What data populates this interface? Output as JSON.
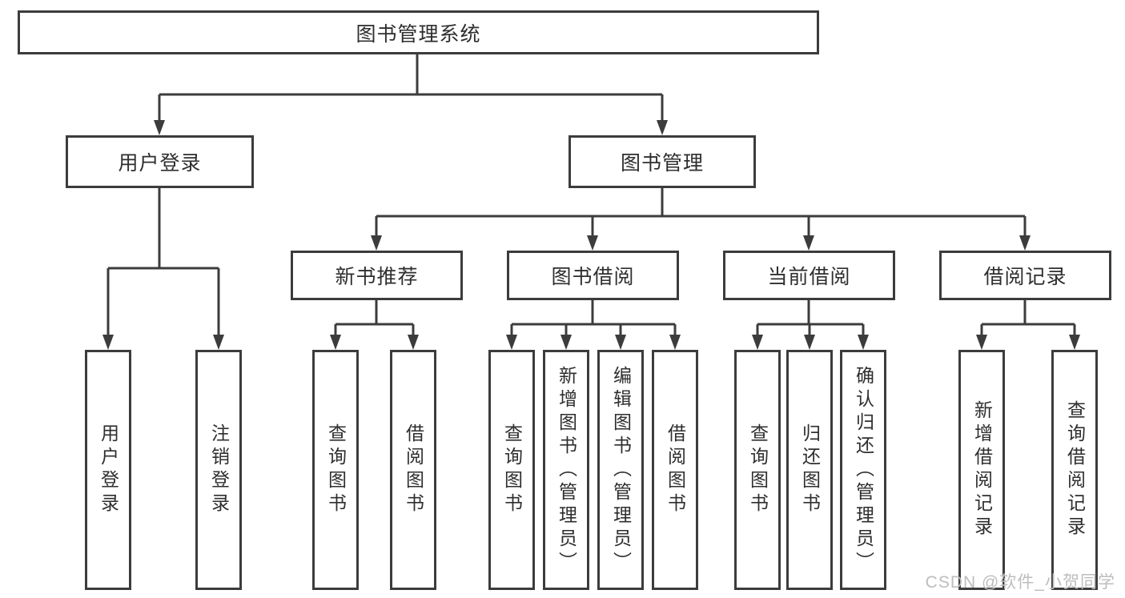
{
  "tree": {
    "label": "图书管理系统",
    "children": [
      {
        "label": "用户登录",
        "children": [
          {
            "label": "用户登录"
          },
          {
            "label": "注销登录"
          }
        ]
      },
      {
        "label": "图书管理",
        "children": [
          {
            "label": "新书推荐",
            "children": [
              {
                "label": "查询图书"
              },
              {
                "label": "借阅图书"
              }
            ]
          },
          {
            "label": "图书借阅",
            "children": [
              {
                "label": "查询图书"
              },
              {
                "label": "新增图书（管理员）"
              },
              {
                "label": "编辑图书（管理员）"
              },
              {
                "label": "借阅图书"
              }
            ]
          },
          {
            "label": "当前借阅",
            "children": [
              {
                "label": "查询图书"
              },
              {
                "label": "归还图书"
              },
              {
                "label": "确认归还（管理员）"
              }
            ]
          },
          {
            "label": "借阅记录",
            "children": [
              {
                "label": "新增借阅记录"
              },
              {
                "label": "查询借阅记录"
              }
            ]
          }
        ]
      }
    ]
  },
  "watermark": {
    "text": "CSDN @软件_小贺同学"
  },
  "colors": {
    "box_border": "#3c3c3c",
    "connector": "#3c3c3c",
    "text": "#2e2e2e",
    "watermark": "#bdbdbd",
    "background": "#ffffff"
  }
}
